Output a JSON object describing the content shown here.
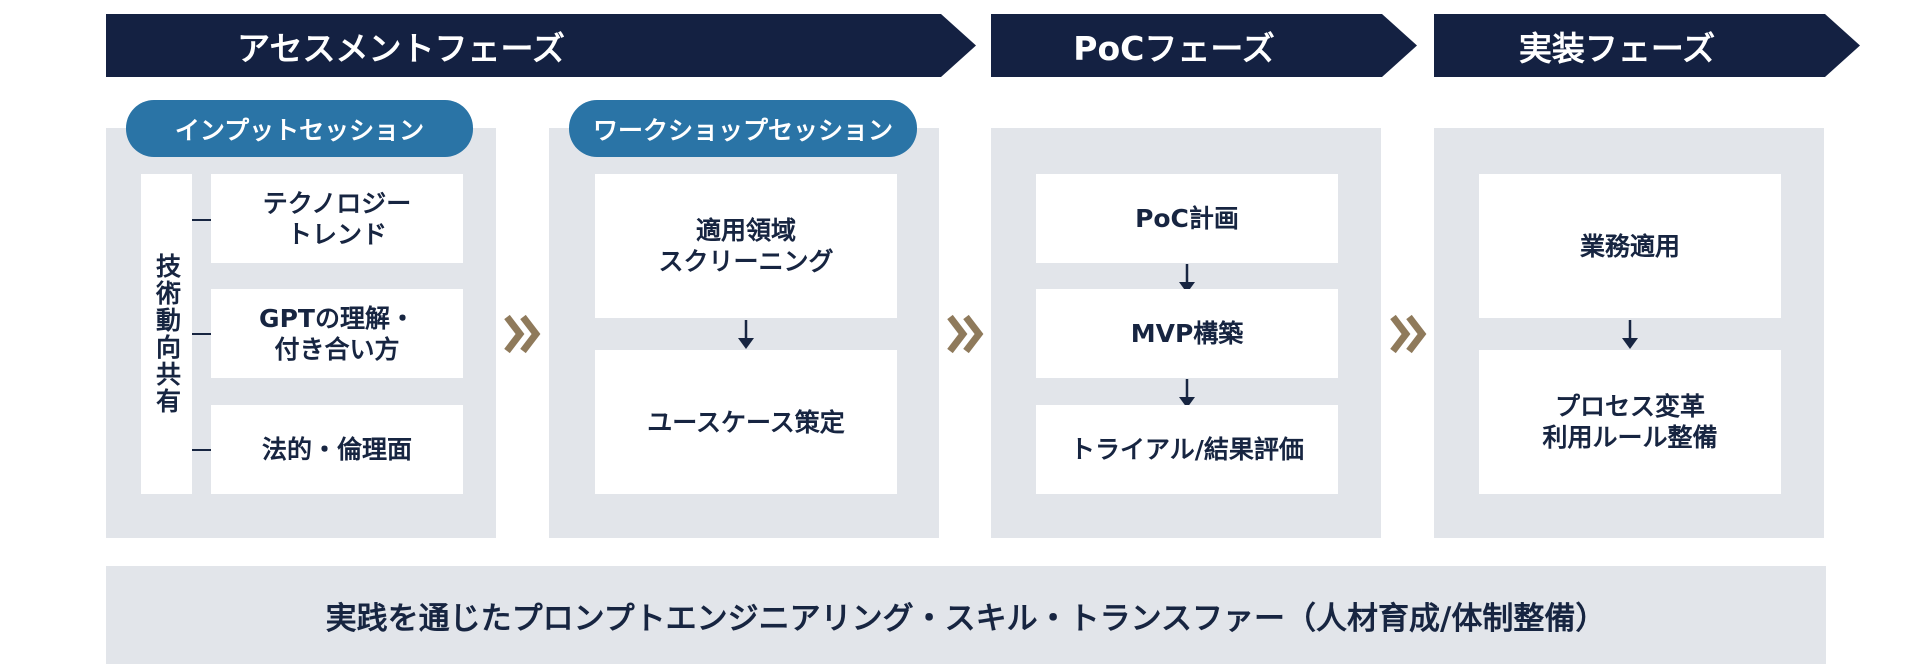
{
  "phases": [
    {
      "title": "アセスメントフェーズ"
    },
    {
      "title": "PoCフェーズ"
    },
    {
      "title": "実装フェーズ"
    }
  ],
  "assessment": {
    "input_session": {
      "title": "インプットセッション",
      "vertical_label": "技術動向共有",
      "items": [
        "テクノロジー\nトレンド",
        "GPTの理解・\n付き合い方",
        "法的・倫理面"
      ]
    },
    "workshop_session": {
      "title": "ワークショップセッション",
      "items": [
        "適用領域\nスクリーニング",
        "ユースケース策定"
      ]
    }
  },
  "poc": {
    "items": [
      "PoC計画",
      "MVP構築",
      "トライアル/結果評価"
    ]
  },
  "implementation": {
    "items": [
      "業務適用",
      "プロセス変革\n利用ルール整備"
    ]
  },
  "footer": "実践を通じたプロンプトエンジニアリング・スキル・トランスファー（人材育成/体制整備）",
  "colors": {
    "navy": "#142142",
    "blue": "#2a74a6",
    "panel": "#e2e5ea",
    "chevron": "#8f7a5b"
  }
}
